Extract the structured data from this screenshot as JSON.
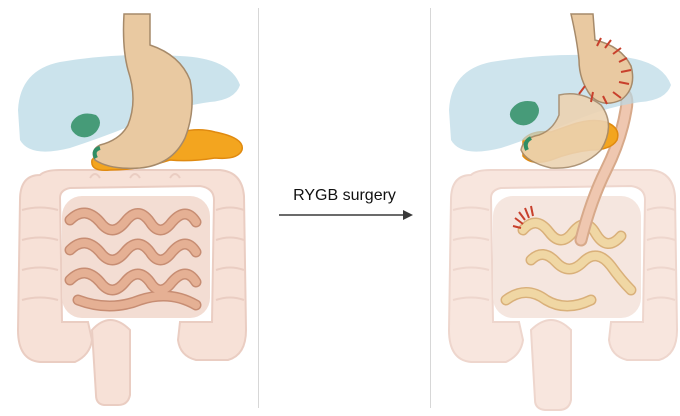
{
  "procedure": {
    "label": "RYGB surgery"
  },
  "colors": {
    "liver": "#b9d9e6",
    "stomach": "#e9c9a1",
    "stomach_outline": "#a68a6a",
    "pancreas": "#f3a51f",
    "gallbladder": "#2f8e64",
    "small_intestine": "#e5b094",
    "colon": "#f6dcd1",
    "colon_outline": "#e7c5b8",
    "staple_marks": "#c8402c",
    "arrow": "#3a3a3a",
    "divider": "#d7d7d7"
  },
  "panels": {
    "left": {
      "icon": "pre-surgery-digestive-tract"
    },
    "right": {
      "icon": "post-surgery-digestive-tract"
    }
  }
}
